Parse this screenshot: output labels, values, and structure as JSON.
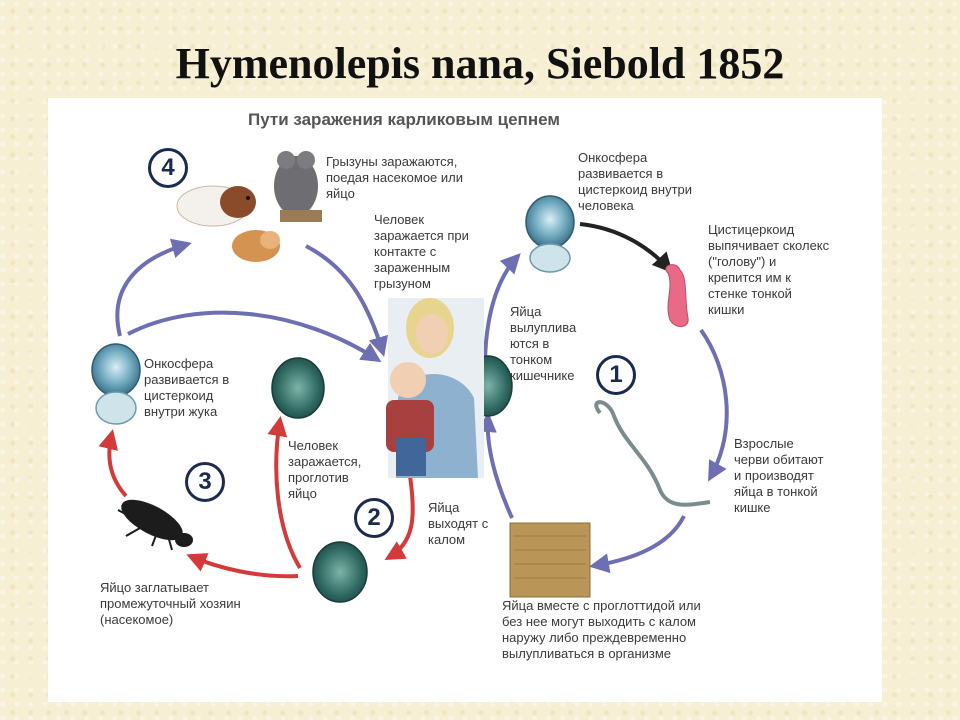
{
  "slide": {
    "title": "Hymenolepis nana, Siebold 1852"
  },
  "diagram": {
    "title": "Пути заражения карликовым цепнем",
    "steps": {
      "n1": "1",
      "n2": "2",
      "n3": "3",
      "n4": "4"
    },
    "labels": {
      "rodents": "Грызуны заражаются,\nпоедая насекомое или\nяйцо",
      "human_contact": "Человек\nзаражается при\nконтакте с\nзараженным\nгрызуном",
      "onco_human": "Онкосфера\nразвивается в\nцистеркоид внутри\nчеловека",
      "cysticercoid": "Цистицеркоид\nвыпячивает сколекс\n(\"голову\") и\nкрепится им к\nстенке тонкой\nкишки",
      "eggs_hatch": "Яйца\nвылуплива\nются в\nтонком\nкишечнике",
      "onco_beetle": "Онкосфера\nразвивается в\nцистеркоид\nвнутри жука",
      "human_swallow": "Человек\nзаражается,\nпроглотив\nяйцо",
      "eggs_out": "Яйца\nвыходят с\nкалом",
      "adults": "Взрослые\nчерви обитают\nи производят\nяйца в тонкой\nкишке",
      "insect": "Яйцо заглатывает\nпромежуточный хозяин\n(насекомое)",
      "proglottid": "Яйца вместе с проглоттидой или\nбез нее могут выходить с калом\nнаружу либо преждевременно\nвылупливаться в организме"
    }
  }
}
